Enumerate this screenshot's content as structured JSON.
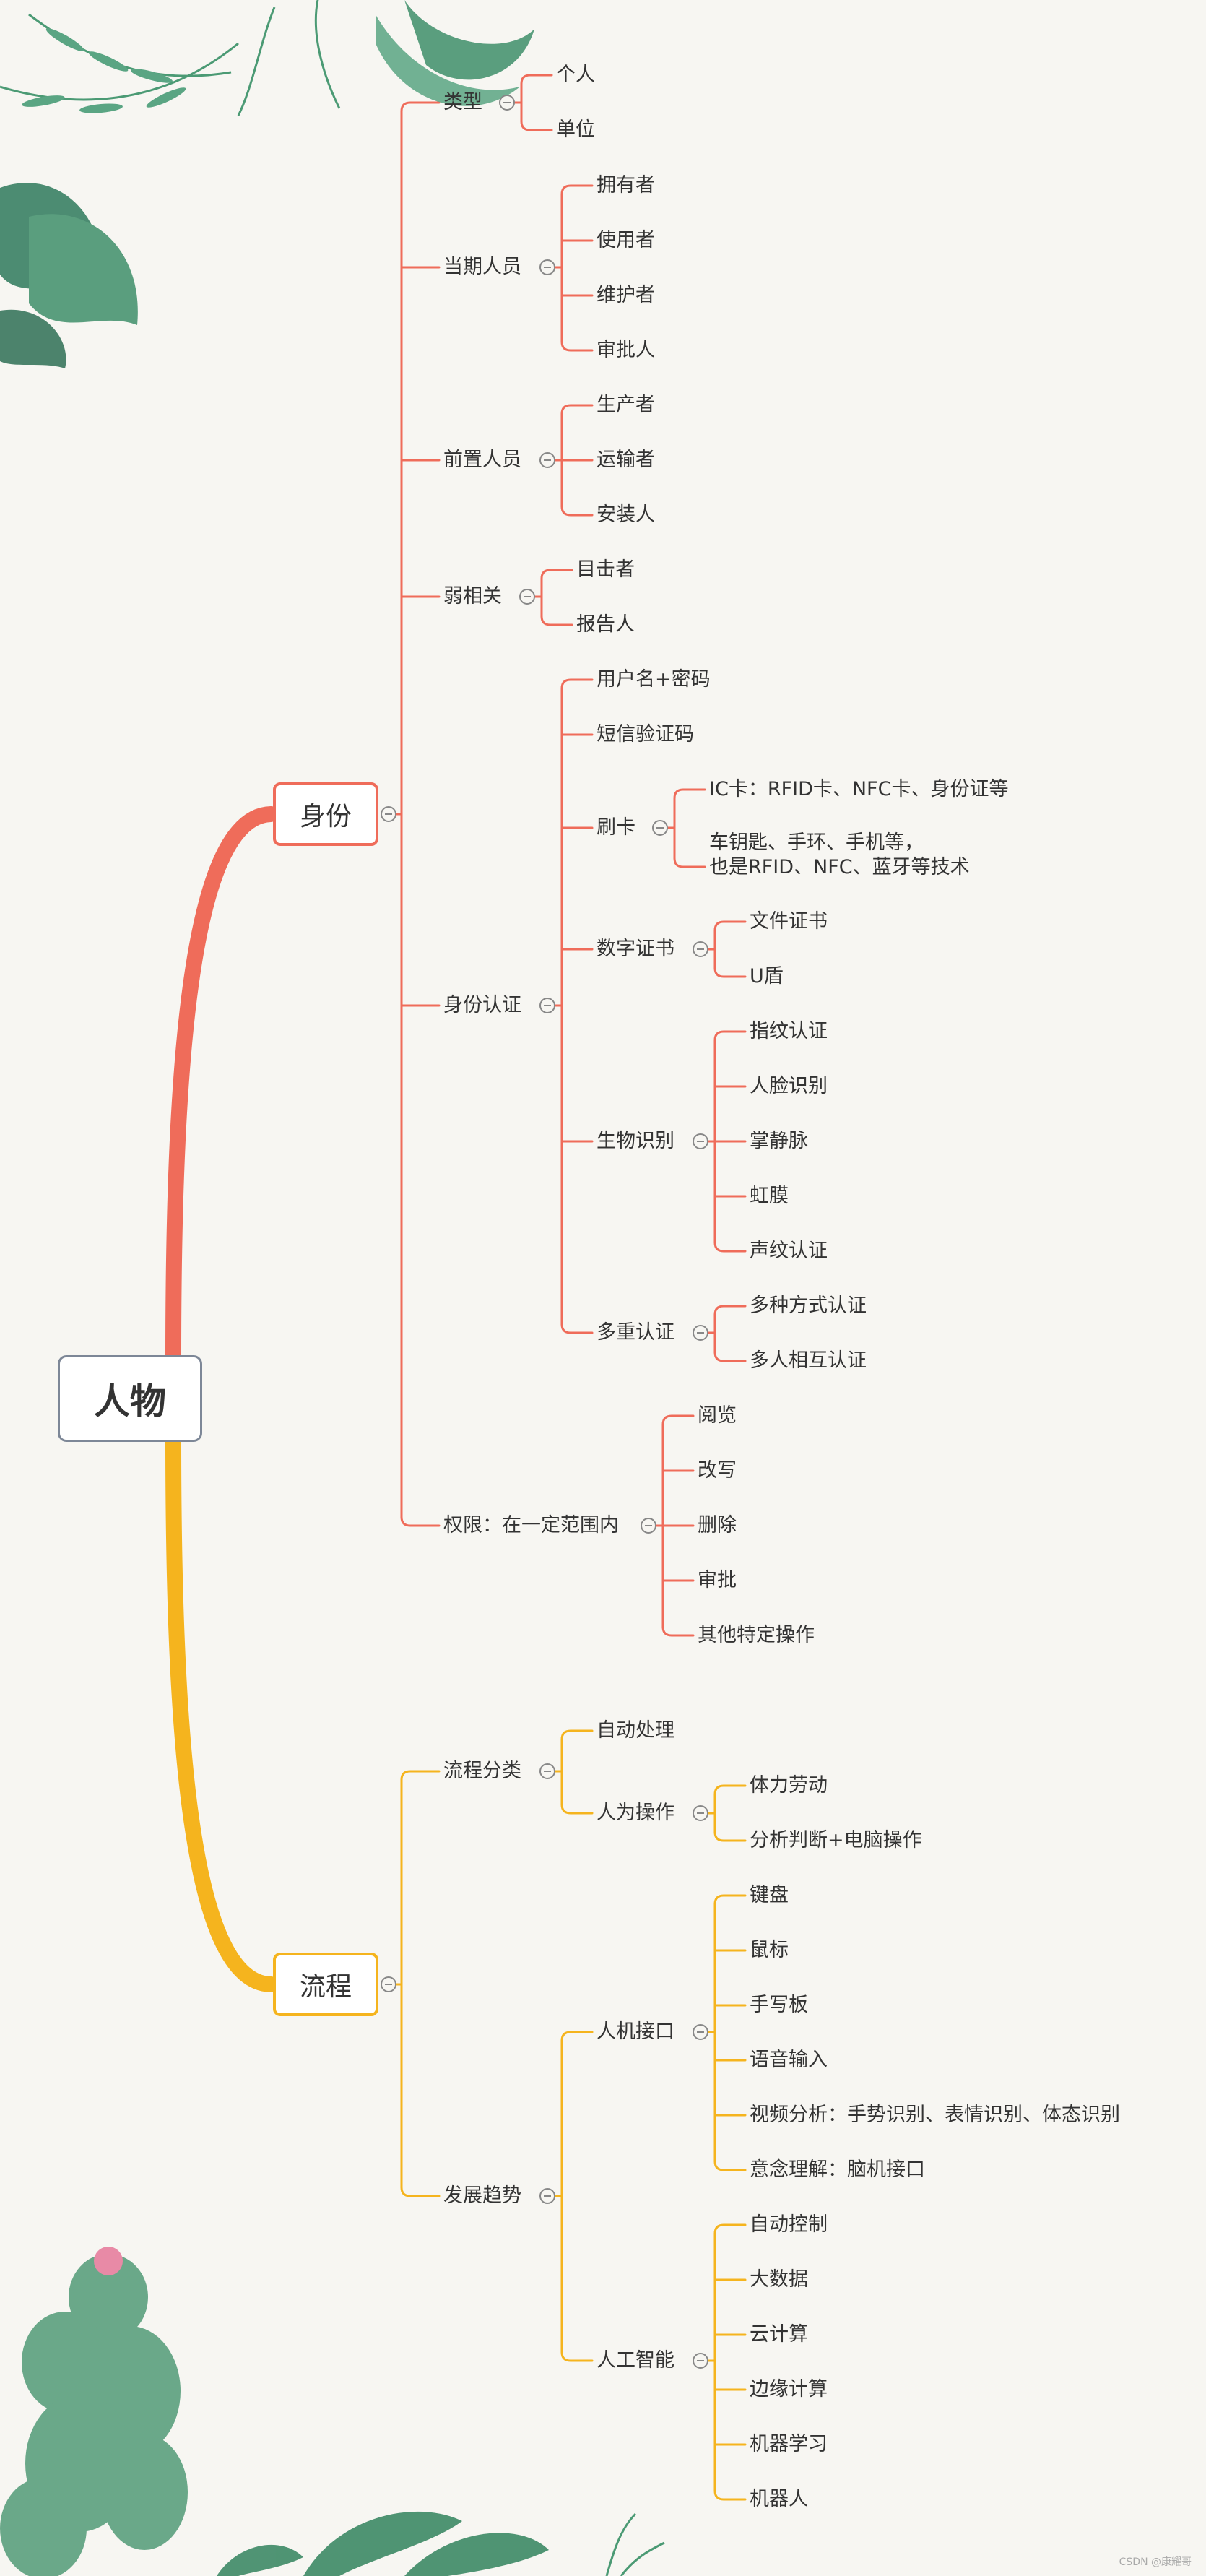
{
  "root": {
    "label": "人物"
  },
  "colors": {
    "identity": "#ef6c5a",
    "process": "#f5b41e",
    "root_border": "#7d8797"
  },
  "identity": {
    "label": "身份",
    "type": {
      "label": "类型",
      "items": [
        "个人",
        "单位"
      ]
    },
    "current": {
      "label": "当期人员",
      "items": [
        "拥有者",
        "使用者",
        "维护者",
        "审批人"
      ]
    },
    "previous": {
      "label": "前置人员",
      "items": [
        "生产者",
        "运输者",
        "安装人"
      ]
    },
    "weak": {
      "label": "弱相关",
      "items": [
        "目击者",
        "报告人"
      ]
    },
    "auth": {
      "label": "身份认证",
      "password": "用户名+密码",
      "sms": "短信验证码",
      "card": {
        "label": "刷卡",
        "items": [
          "IC卡：RFID卡、NFC卡、身份证等",
          "车钥匙、手环、手机等，\n也是RFID、NFC、蓝牙等技术"
        ]
      },
      "cert": {
        "label": "数字证书",
        "items": [
          "文件证书",
          "U盾"
        ]
      },
      "bio": {
        "label": "生物识别",
        "items": [
          "指纹认证",
          "人脸识别",
          "掌静脉",
          "虹膜",
          "声纹认证"
        ]
      },
      "multi": {
        "label": "多重认证",
        "items": [
          "多种方式认证",
          "多人相互认证"
        ]
      }
    },
    "perm": {
      "label": "权限：在一定范围内",
      "items": [
        "阅览",
        "改写",
        "删除",
        "审批",
        "其他特定操作"
      ]
    }
  },
  "process": {
    "label": "流程",
    "category": {
      "label": "流程分类",
      "auto": "自动处理",
      "manual": {
        "label": "人为操作",
        "items": [
          "体力劳动",
          "分析判断+电脑操作"
        ]
      }
    },
    "trend": {
      "label": "发展趋势",
      "hci": {
        "label": "人机接口",
        "items": [
          "键盘",
          "鼠标",
          "手写板",
          "语音输入",
          "视频分析：手势识别、表情识别、体态识别",
          "意念理解：脑机接口"
        ]
      },
      "ai": {
        "label": "人工智能",
        "items": [
          "自动控制",
          "大数据",
          "云计算",
          "边缘计算",
          "机器学习",
          "机器人"
        ]
      }
    }
  },
  "credit": "CSDN @康耀哥"
}
